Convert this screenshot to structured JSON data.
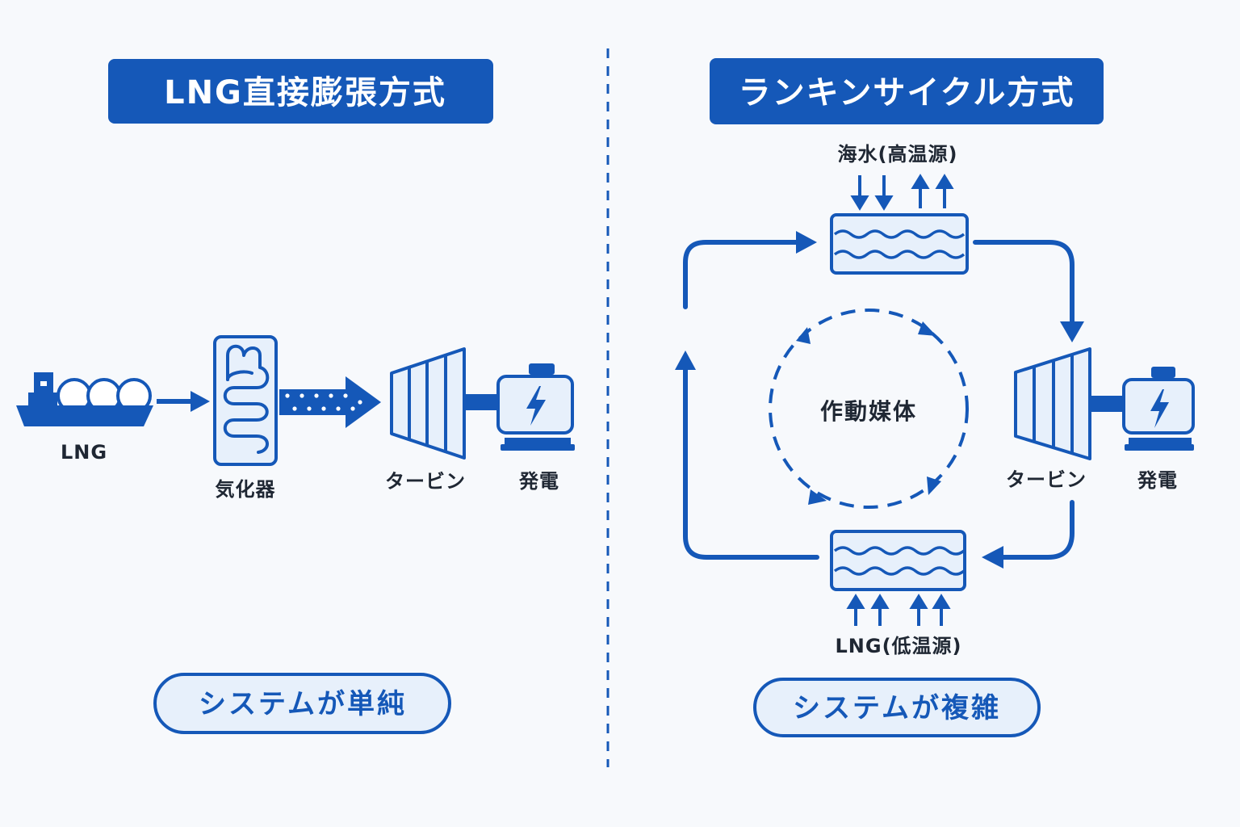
{
  "colors": {
    "accent": "#1558b8",
    "panel": "#e7f0fb",
    "text": "#1f2733",
    "background": "#f7f9fc"
  },
  "left": {
    "title": "LNG直接膨張方式",
    "ship_label": "LNG",
    "vaporizer_label": "気化器",
    "turbine_label": "タービン",
    "generator_label": "発電",
    "summary": "システムが単純",
    "icons": [
      "lng-ship-icon",
      "vaporizer-icon",
      "turbine-icon",
      "generator-icon",
      "lightning-icon"
    ]
  },
  "right": {
    "title": "ランキンサイクル方式",
    "hot_source_label": "海水(高温源)",
    "cold_source_label": "LNG(低温源)",
    "medium_label": "作動媒体",
    "turbine_label": "タービン",
    "generator_label": "発電",
    "summary": "システムが複雑",
    "icons": [
      "heat-exchanger-icon",
      "turbine-icon",
      "generator-icon",
      "lightning-icon",
      "cycle-icon"
    ]
  }
}
